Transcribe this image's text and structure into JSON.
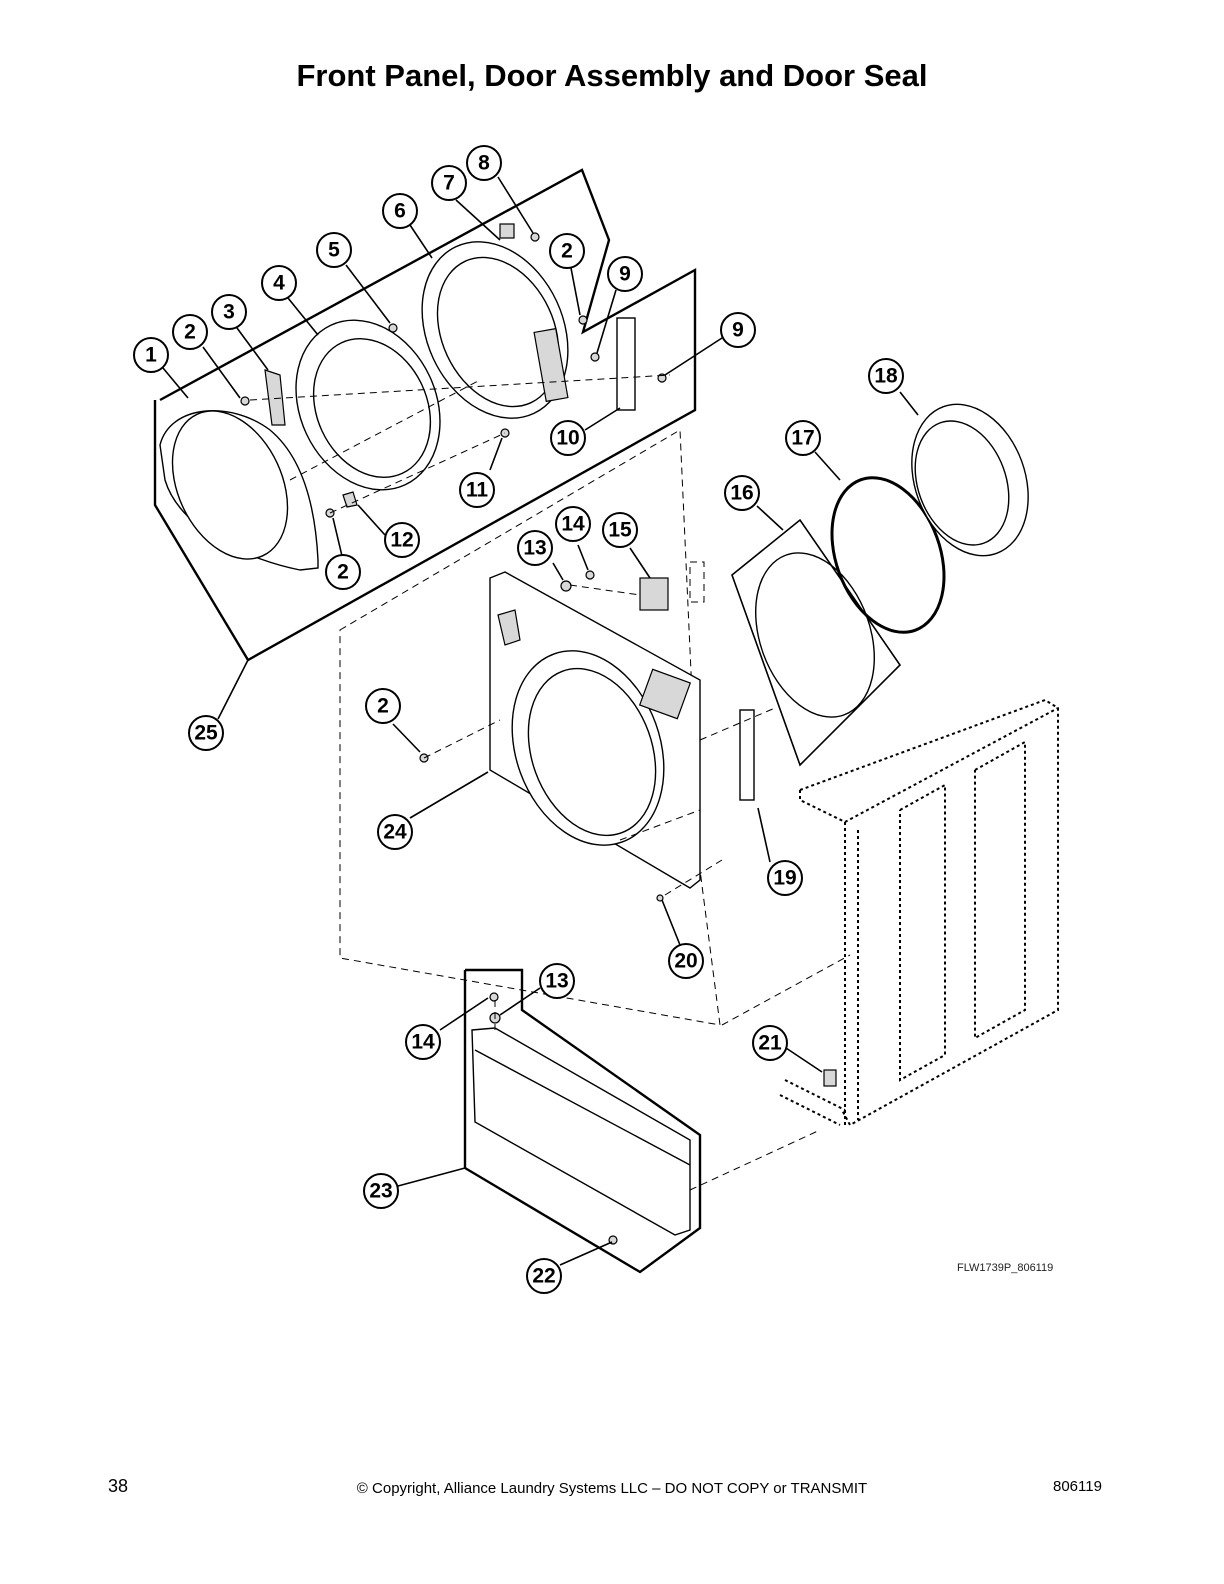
{
  "page": {
    "title": "Front Panel, Door Assembly and Door Seal",
    "figure_ref": "FLW1739P_806119",
    "page_number": "38",
    "copyright": "© Copyright, Alliance Laundry Systems LLC – DO NOT COPY or TRANSMIT",
    "doc_number": "806119"
  },
  "callouts": [
    "1",
    "2",
    "3",
    "4",
    "5",
    "6",
    "7",
    "8",
    "2",
    "9",
    "9",
    "10",
    "11",
    "12",
    "2",
    "13",
    "14",
    "15",
    "16",
    "17",
    "18",
    "2",
    "24",
    "25",
    "19",
    "20",
    "13",
    "14",
    "21",
    "23",
    "22"
  ]
}
